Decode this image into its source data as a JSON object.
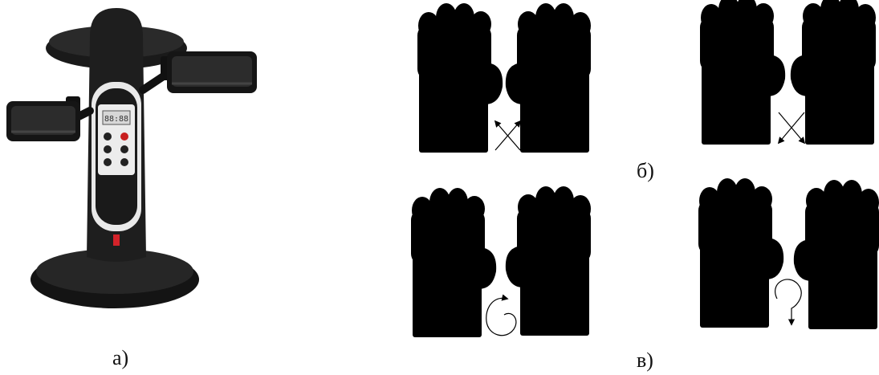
{
  "panel_labels": {
    "a": "а)",
    "b": "б)",
    "v": "в)"
  },
  "device": {
    "display_readout": "88:88"
  },
  "colors": {
    "silhouette": "#000000",
    "device_body": "#1c1c1c",
    "device_accent": "#d4232a",
    "background": "#ffffff"
  },
  "icons": [
    "mini-exercise-bike",
    "left-fist",
    "right-fist",
    "crossed-diagonal-arrows-outward",
    "crossed-diagonal-arrows-downward",
    "circular-arrow-counterclockwise",
    "circular-arrow-clockwise-down"
  ]
}
